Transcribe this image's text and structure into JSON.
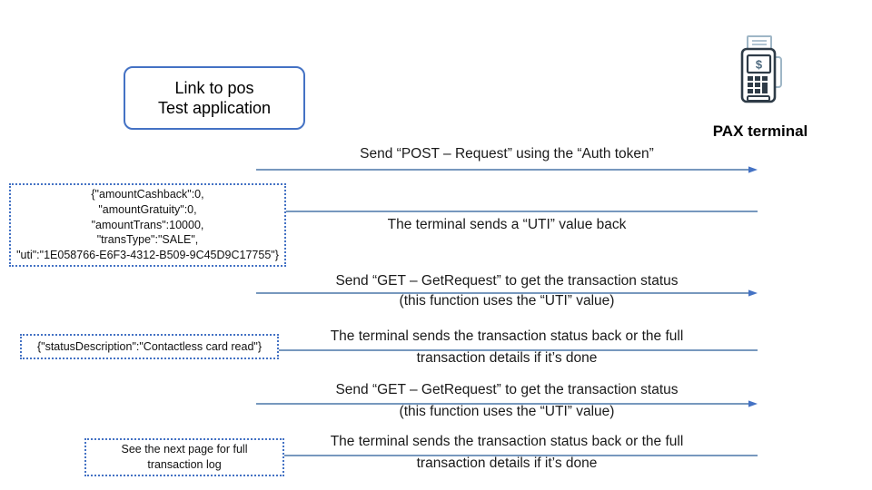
{
  "actors": {
    "application": {
      "name": "link-to-pos-test-application",
      "line1": "Link to pos",
      "line2": "Test application",
      "border_color": "#4472C4"
    },
    "terminal": {
      "name": "pax-terminal",
      "label": "PAX terminal",
      "icon": "pos-terminal-icon",
      "icon_color": "#2E3B47",
      "screen_glyph": "$"
    }
  },
  "arrow_color": "#4472C4",
  "messages": [
    {
      "id": "msg-1",
      "direction": "right",
      "line1": "Send “POST – Request” using the “Auth token”",
      "line2": ""
    },
    {
      "id": "msg-2",
      "direction": "left",
      "line1": "The terminal sends a “UTI” value back",
      "line2": ""
    },
    {
      "id": "msg-3",
      "direction": "right",
      "line1": "Send “GET – GetRequest” to get the transaction status",
      "line2": "(this function uses the “UTI” value)"
    },
    {
      "id": "msg-4",
      "direction": "left",
      "line1": "The terminal sends the transaction status back or the full",
      "line2": "transaction details if it’s done"
    },
    {
      "id": "msg-5",
      "direction": "right",
      "line1": "Send “GET – GetRequest” to get the transaction status",
      "line2": "(this function uses the “UTI” value)"
    },
    {
      "id": "msg-6",
      "direction": "left",
      "line1": "The terminal sends the transaction status back or the full",
      "line2": "transaction details if it’s done"
    }
  ],
  "payloads": {
    "uti_response": {
      "name": "uti-response-payload",
      "lines": [
        "{\"amountCashback\":0,",
        "\"amountGratuity\":0,",
        "\"amountTrans\":10000,",
        "\"transType\":\"SALE\",",
        "\"uti\":\"1E058766-E6F3-4312-B509-9C45D9C17755\"}"
      ]
    },
    "status_response": {
      "name": "status-response-payload",
      "lines": [
        "{\"statusDescription\":\"Contactless card read\"}"
      ]
    },
    "next_page_note": {
      "name": "next-page-note",
      "lines": [
        "See the next page for full",
        "transaction log"
      ]
    }
  }
}
